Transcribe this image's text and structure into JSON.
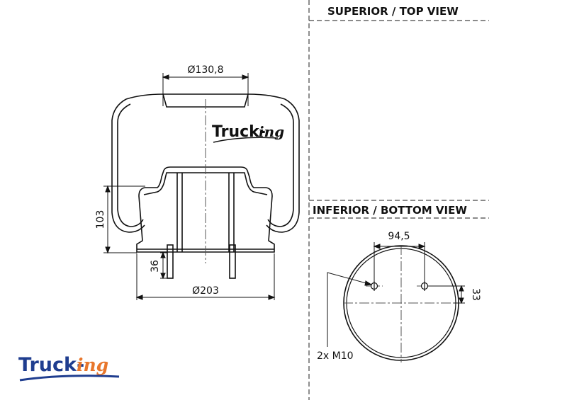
{
  "views": {
    "top_title": "SUPERIOR / TOP VIEW",
    "bottom_title": "INFERIOR / BOTTOM VIEW"
  },
  "dimensions": {
    "top_diameter": "Ø130,8",
    "base_diameter": "Ø203",
    "height": "103",
    "stud_length": "36",
    "stud_spacing": "94,5",
    "stud_offset": "33",
    "bolts": "2x M10"
  },
  "logo": {
    "main": "Truck-",
    "script": "ing"
  },
  "colors": {
    "line": "#111111",
    "logo_blue": "#1f3d8f",
    "logo_orange": "#e8762b"
  }
}
